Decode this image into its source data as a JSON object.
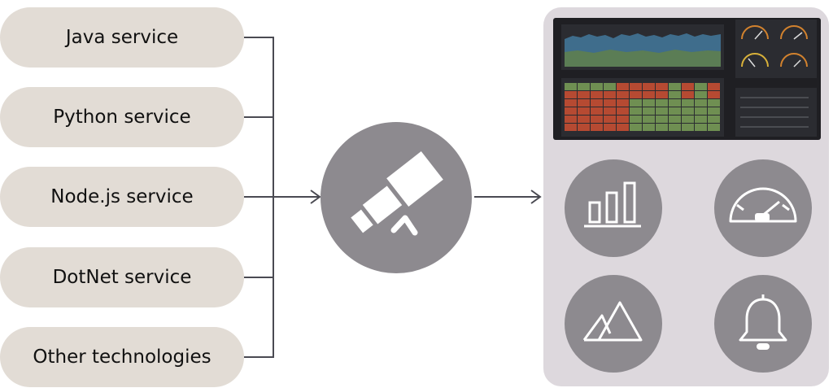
{
  "services": [
    {
      "label": "Java service"
    },
    {
      "label": "Python service"
    },
    {
      "label": "Node.js service"
    },
    {
      "label": "DotNet service"
    },
    {
      "label": "Other technologies"
    }
  ],
  "icons": {
    "collector": "telescope-icon",
    "features": [
      "bar-chart-icon",
      "gauge-icon",
      "mountain-chart-icon",
      "bell-icon"
    ]
  },
  "colors": {
    "pill": "#e2dcd5",
    "circle": "#8d8a8f",
    "panel": "#ddd8dd",
    "line": "#4a4a52",
    "heatmap_red": "#b64a32",
    "heatmap_green": "#6f8f52",
    "gauge_orange": "#d2822e",
    "gauge_yellow": "#d8b13a"
  }
}
